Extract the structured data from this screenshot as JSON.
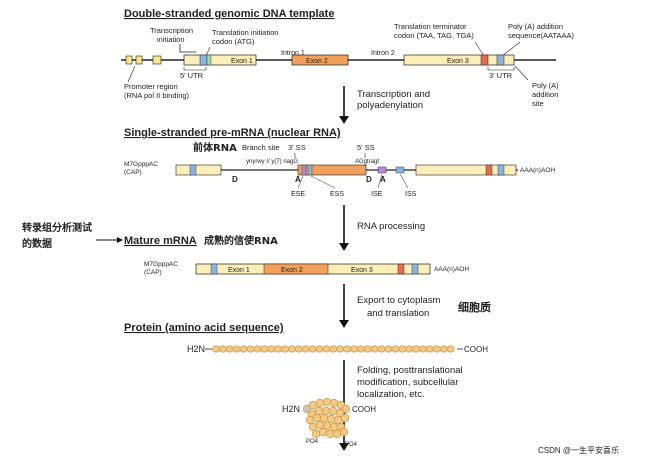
{
  "sections": {
    "genomic": "Double-stranded genomic DNA template",
    "premrna": "Single-stranded pre-mRNA (nuclear RNA)",
    "mature": "Mature mRNA",
    "protein": "Protein (amino acid sequence)"
  },
  "genomic_labels": {
    "transcription_initiation": [
      "Transcription",
      "initiation"
    ],
    "translation_initiation": [
      "Translation initiation",
      "codon (ATG)"
    ],
    "terminator": [
      "Translation terminator",
      "codon (TAA, TAG, TGA)"
    ],
    "polya_seq": [
      "Poly (A) addition",
      "sequence(AATAAA)"
    ],
    "exon1": "Exon 1",
    "intron1": "Intron 1",
    "exon2": "Exon 2",
    "intron2": "Intron 2",
    "exon3": "Exon 3",
    "utr5": "5' UTR",
    "utr3": "3' UTR",
    "promoter": [
      "Promoter region",
      "(RNA pol II binding)"
    ],
    "polya_site": [
      "Poly (A)",
      "addition",
      "site"
    ]
  },
  "premrna_labels": {
    "cap": [
      "M7GpppAC",
      "(CAP)"
    ],
    "branch_site": "Branch site",
    "branch_seq": "ynyrwy // y(7) nagG",
    "ss3": "3' SS",
    "ss5": "5' SS",
    "ss5_seq": "AGgtragt",
    "D": "D",
    "A": "A",
    "ese": "ESE",
    "ess": "ESS",
    "ise": "ISE",
    "iss": "ISS",
    "polya_tail": "AAA(n)AOH"
  },
  "mature_labels": {
    "cap": [
      "M7GpppAC",
      "(CAP)"
    ],
    "exon1": "Exon 1",
    "exon2": "Exon 2",
    "exon3": "Exon 3",
    "polya_tail": "AAA(n)AOH"
  },
  "steps": {
    "transcription": [
      "Transcription and",
      "polyadenylation"
    ],
    "rna_processing": "RNA processing",
    "export": [
      "Export to cytoplasm",
      "and translation"
    ],
    "folding": [
      "Folding, posttranslational",
      "modification, subcellular",
      "localization, etc."
    ]
  },
  "protein_labels": {
    "h2n": "H2N",
    "cooh": "COOH",
    "po4": "PO4"
  },
  "handwritten": {
    "precursor_rna": "前体RNA",
    "transcriptome": [
      "转录组分析测试",
      "的数据"
    ],
    "mature_mrna_cn": "成熟的信使RNA",
    "cytoplasm": "细胞质"
  },
  "watermark": "CSDN @一生平安喜乐",
  "colors": {
    "exon_fill": "#fbeeb8",
    "exon2_fill": "#f0a05a",
    "blue_box": "#8ab4e0",
    "red_box": "#e46a50",
    "bead": "#f2c987",
    "bead_stroke": "#c88a30",
    "purple": "#b58bd0"
  }
}
